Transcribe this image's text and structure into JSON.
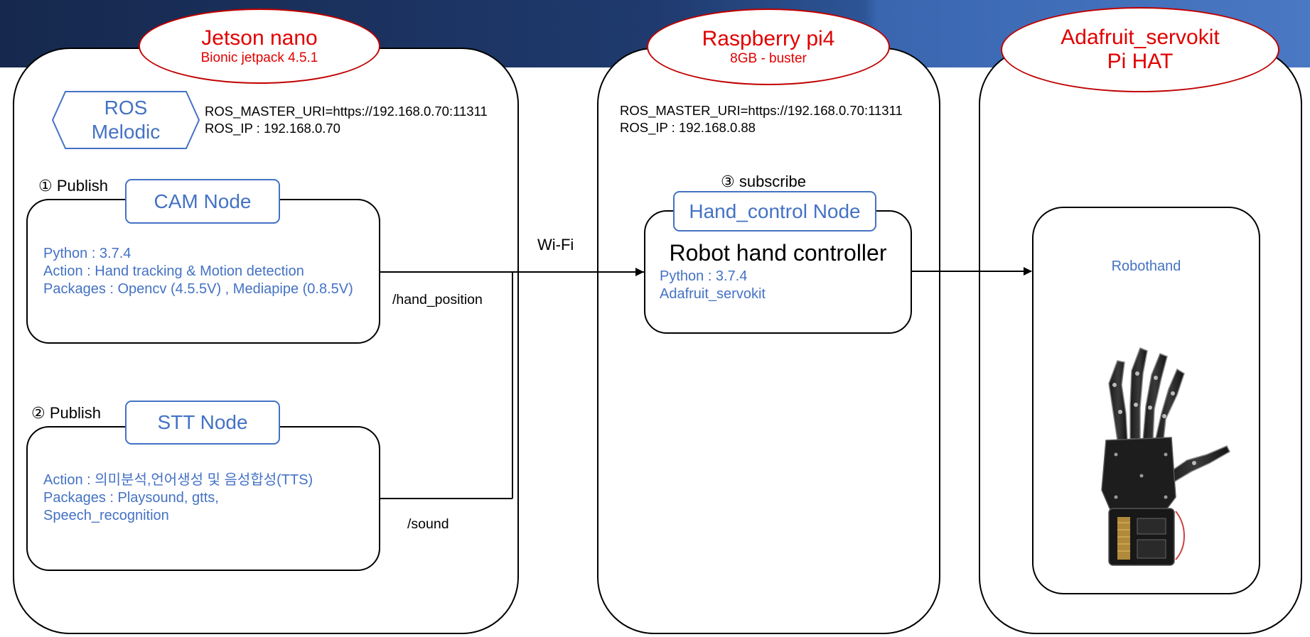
{
  "boards": {
    "jetson": {
      "title": "Jetson nano",
      "subtitle": "Bionic jetpack 4.5.1"
    },
    "raspberry": {
      "title": "Raspberry pi4",
      "subtitle": "8GB - buster"
    },
    "adafruit": {
      "title_line1": "Adafruit_servokit",
      "title_line2": "Pi HAT"
    }
  },
  "ros": {
    "line1": "ROS",
    "line2": "Melodic"
  },
  "jetson_net": {
    "master_uri": "ROS_MASTER_URI=https://192.168.0.70:11311",
    "ip": "ROS_IP : 192.168.0.70"
  },
  "raspberry_net": {
    "master_uri": "ROS_MASTER_URI=https://192.168.0.70:11311",
    "ip": "ROS_IP : 192.168.0.88"
  },
  "cam": {
    "step": "① Publish",
    "name": "CAM Node",
    "lines": [
      "Python : 3.7.4",
      "Action : Hand tracking & Motion detection",
      "Packages : Opencv (4.5.5V) , Mediapipe (0.8.5V)"
    ]
  },
  "stt": {
    "step": "② Publish",
    "name": "STT Node",
    "lines": [
      "Action : 의미분석,언어생성 및 음성합성(TTS)",
      "Packages : Playsound, gtts,",
      "Speech_recognition"
    ]
  },
  "hand": {
    "step": "③ subscribe",
    "name": "Hand_control Node",
    "title": "Robot hand controller",
    "lines": [
      "Python : 3.7.4",
      "Adafruit_servokit"
    ]
  },
  "links": {
    "wifi": "Wi-Fi",
    "topic_hand": "/hand_position",
    "topic_sound": "/sound"
  },
  "robot": {
    "label": "Robothand"
  },
  "colors": {
    "accent_blue": "#4472c4",
    "title_red": "#e00000",
    "band_dark": "#16284d",
    "band_light": "#4a78c2"
  }
}
